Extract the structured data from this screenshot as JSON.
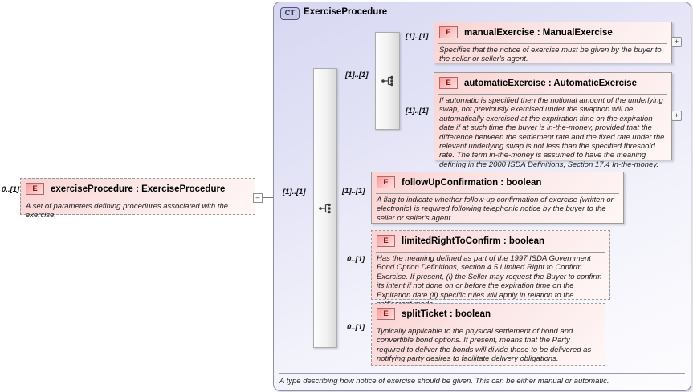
{
  "colors": {
    "element_fill": "#fad2d2",
    "container_fill": "#dcdcf4",
    "box_border": "#9a9a9a",
    "wire": "#777777",
    "badge_element": "#fc9d9d",
    "badge_complex_type": "#c9c9e8"
  },
  "left_element": {
    "cardinality": "0..[1]",
    "icon": "E",
    "title": "exerciseProcedure : ExerciseProcedure",
    "annotation": "A set of parameters defining procedures associated with the exercise.",
    "collapse_glyph": "–"
  },
  "complex_type": {
    "badge": "CT",
    "title": "ExerciseProcedure",
    "footer_annotation": "A type describing how notice of exercise should be given. This can be either manual or automatic.",
    "sequence_cardinality": "[1]..[1]",
    "choice_cardinality": "[1]..[1]"
  },
  "children": [
    {
      "icon": "E",
      "title": "manualExercise : ManualExercise",
      "cardinality": "[1]..[1]",
      "annotation": "Specifies that the notice of exercise must be given by the buyer to the seller or seller's agent.",
      "expand_glyph": "+"
    },
    {
      "icon": "E",
      "title": "automaticExercise : AutomaticExercise",
      "cardinality": "[1]..[1]",
      "annotation": "If automatic is specified then the notional amount of the underlying swap, not previously exercised under the swaption will be automatically exercised at the expriration time on the expiration date if at such time the buyer is in-the-money, provided that the difference between the settlement rate and the fixed rate under the relevant underlying swap is not less than the specified threshold rate. The term in-the-money is assumed to have the meaning defining in the 2000 ISDA Definitions, Section 17.4 In-the-money.",
      "expand_glyph": "+"
    },
    {
      "icon": "E",
      "title": "followUpConfirmation : boolean",
      "cardinality": "[1]..[1]",
      "annotation": "A flag to indicate whether follow-up confirmation of exercise (written or electronic) is required following telephonic notice by the buyer to the seller or seller's agent."
    },
    {
      "icon": "E",
      "title": "limitedRightToConfirm : boolean",
      "cardinality": "0..[1]",
      "annotation": "Has the meaning defined as part of the 1997 ISDA Government Bond Option Definitions, section 4.5 Limited Right to Confirm Exercise. If present, (i) the Seller may request the Buyer to confirm its intent if not done on or before the expiration time on the Expiration date (ii) specific rules will apply in relation to the settlement mode."
    },
    {
      "icon": "E",
      "title": "splitTicket : boolean",
      "cardinality": "0..[1]",
      "annotation": "Typically applicable to the physical settlement of bond and convertible bond options. If present, means that the Party required to deliver the bonds will divide those to be delivered as notifying party desires to facilitate delivery obligations."
    }
  ]
}
